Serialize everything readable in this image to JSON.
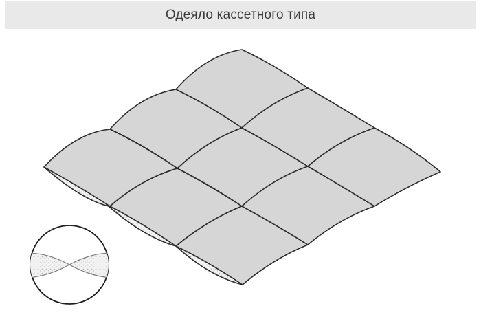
{
  "header": {
    "title": "Одеяло кассетного типа"
  },
  "illustration": {
    "subject": "quilted-blanket-3x3-cassettes",
    "rows": 3,
    "columns": 3,
    "detail": "cross-section-inset",
    "colors": {
      "cassette_fill": "#d6d6d6",
      "stitch_line": "#2b2b2b",
      "filling_dots": "#b8b8b8",
      "title_bar": "#e9e9e9"
    }
  }
}
